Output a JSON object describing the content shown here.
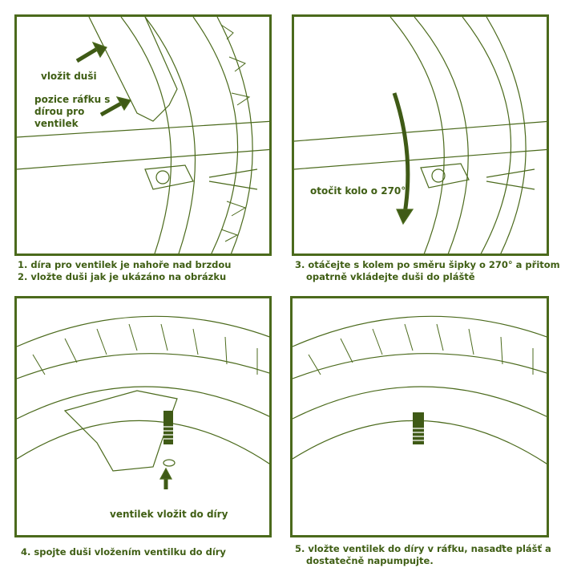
{
  "colors": {
    "line": "#4b6a1c",
    "text": "#3f5e14",
    "arrow": "#3f5a16"
  },
  "panels": [
    {
      "labels": [
        "vložit duši",
        "pozice ráfku s dírou pro ventilek"
      ],
      "caption": [
        "1. díra pro ventilek je nahoře nad brzdou",
        "2. vložte duši jak je ukázáno na obrázku"
      ]
    },
    {
      "labels": [
        "otočit kolo o 270°"
      ],
      "caption": [
        "3. otáčejte s kolem po směru šipky o 270° a přitom",
        "opatrně vkládejte duši do pláště"
      ]
    },
    {
      "labels": [
        "ventilek vložit do díry"
      ],
      "caption": [
        "4. spojte duši vložením ventilku do díry"
      ]
    },
    {
      "labels": [],
      "caption": [
        "5. vložte ventilek do díry v ráfku, nasaďte plášť a",
        "dostatečně napumpujte."
      ]
    }
  ]
}
